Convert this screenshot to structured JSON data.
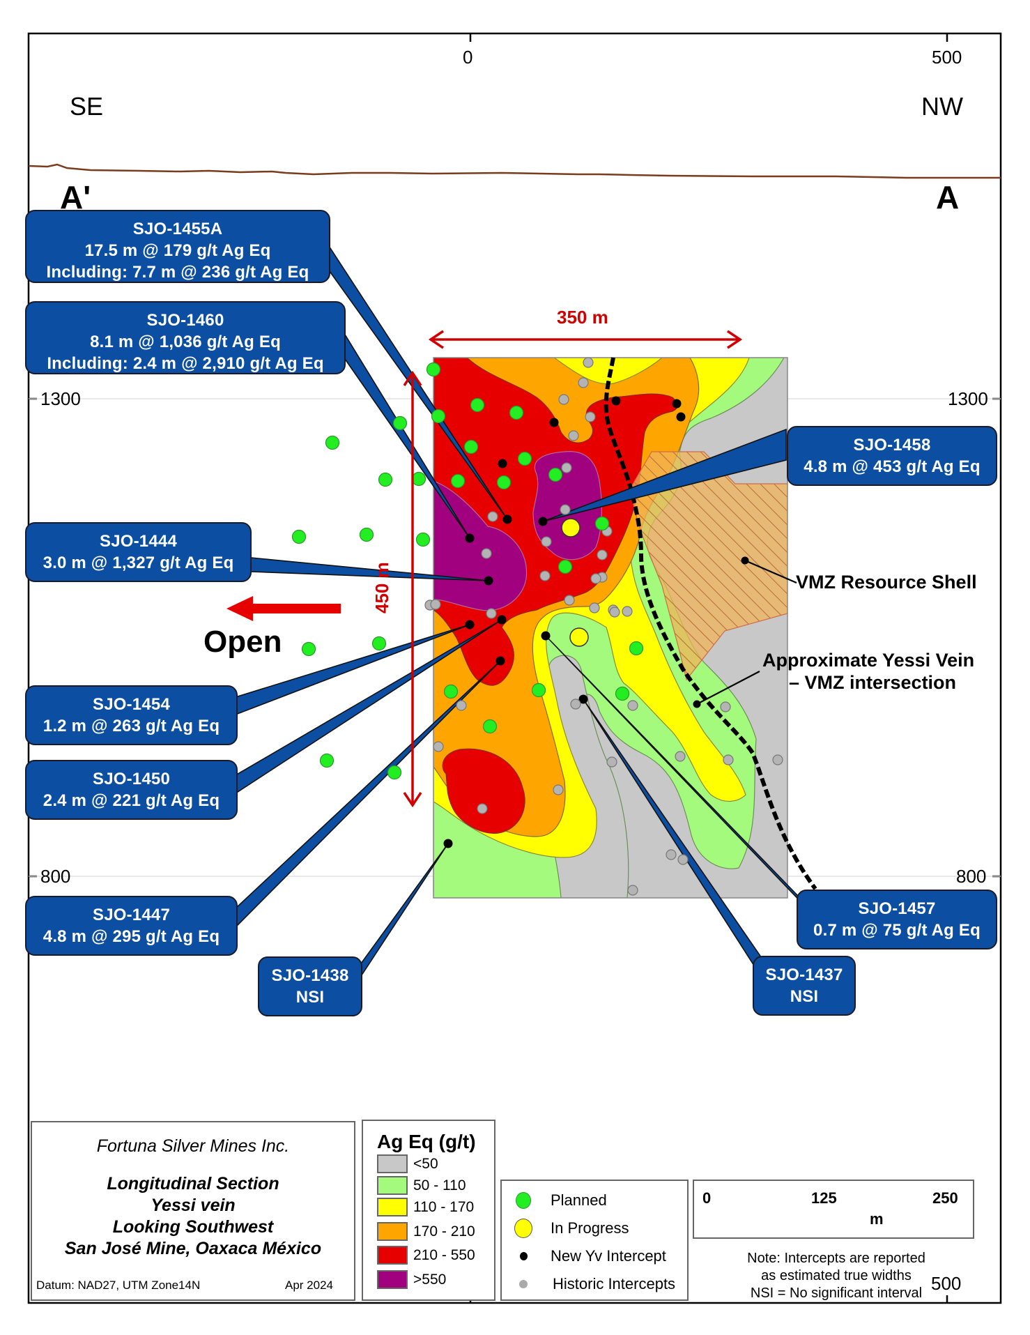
{
  "chart_data": {
    "type": "contour-section",
    "title": "Longitudinal Section Yessi vein Looking Southwest",
    "x_axis": {
      "ticks": [
        0,
        500
      ],
      "unit": "m"
    },
    "y_axis": {
      "ticks": [
        1300,
        800
      ],
      "unit": "m elevation"
    },
    "grade_classes": [
      {
        "label": "<50",
        "color": "#c8c8c8"
      },
      {
        "label": "50 - 110",
        "color": "#a4fa7c"
      },
      {
        "label": "110 - 170",
        "color": "#ffff00"
      },
      {
        "label": "170 - 210",
        "color": "#ffa500"
      },
      {
        "label": "210 - 550",
        "color": "#e60000"
      },
      {
        "label": ">550",
        "color": "#a1007e"
      }
    ],
    "dimensions": {
      "width_label": "350 m",
      "height_label": "450 m"
    }
  },
  "frame": {
    "top_ticks": [
      "0",
      "500"
    ],
    "bottom_tick": "500",
    "left_ticks": [
      "1300",
      "800"
    ],
    "right_ticks": [
      "1300",
      "800"
    ],
    "dir_left": "SE",
    "dir_right": "NW",
    "section_left": "A'",
    "section_right": "A"
  },
  "callouts": [
    {
      "id": "SJO-1455A",
      "lines": [
        "SJO-1455A",
        "17.5 m @ 179 g/t Ag Eq",
        "Including: 7.7 m @ 236 g/t Ag Eq"
      ]
    },
    {
      "id": "SJO-1460",
      "lines": [
        "SJO-1460",
        "8.1 m @ 1,036 g/t Ag Eq",
        "Including: 2.4 m @ 2,910 g/t Ag Eq"
      ]
    },
    {
      "id": "SJO-1444",
      "lines": [
        "SJO-1444",
        "3.0 m @ 1,327 g/t Ag Eq"
      ]
    },
    {
      "id": "SJO-1454",
      "lines": [
        "SJO-1454",
        "1.2 m @ 263 g/t Ag Eq"
      ]
    },
    {
      "id": "SJO-1450",
      "lines": [
        "SJO-1450",
        "2.4 m @ 221 g/t Ag Eq"
      ]
    },
    {
      "id": "SJO-1447",
      "lines": [
        "SJO-1447",
        "4.8 m @ 295 g/t Ag Eq"
      ]
    },
    {
      "id": "SJO-1438",
      "lines": [
        "SJO-1438",
        "NSI"
      ]
    },
    {
      "id": "SJO-1437",
      "lines": [
        "SJO-1437",
        "NSI"
      ]
    },
    {
      "id": "SJO-1457",
      "lines": [
        "SJO-1457",
        "0.7 m @ 75 g/t Ag Eq"
      ]
    },
    {
      "id": "SJO-1458",
      "lines": [
        "SJO-1458",
        "4.8 m @ 453 g/t Ag Eq"
      ]
    }
  ],
  "annotations": {
    "width": "350 m",
    "height": "450 m",
    "open": "Open",
    "vmz_shell": "VMZ Resource Shell",
    "yessi_line1": "Approximate Yessi Vein",
    "yessi_line2": "– VMZ intersection"
  },
  "title_block": {
    "company": "Fortuna Silver Mines Inc.",
    "lines": [
      "Longitudinal Section",
      "Yessi vein",
      "Looking Southwest",
      "San José Mine, Oaxaca México"
    ],
    "datum": "Datum: NAD27, UTM Zone14N",
    "date": "Apr 2024"
  },
  "grade_legend": {
    "title": "Ag Eq (g/t)",
    "items": [
      {
        "label": "<50",
        "color": "#c8c8c8"
      },
      {
        "label": "50 - 110",
        "color": "#a4fa7c"
      },
      {
        "label": "110 - 170",
        "color": "#ffff00"
      },
      {
        "label": "170 - 210",
        "color": "#ffa500"
      },
      {
        "label": "210 - 550",
        "color": "#e60000"
      },
      {
        "label": ">550",
        "color": "#a1007e"
      }
    ]
  },
  "symbol_legend": [
    {
      "label": "Planned",
      "color": "#22ee22",
      "kind": "large"
    },
    {
      "label": "In Progress",
      "color": "#ffff00",
      "kind": "large"
    },
    {
      "label": "New Yv Intercept",
      "color": "#000000",
      "kind": "small"
    },
    {
      "label": "Historic Intercepts",
      "color": "#aaaaaa",
      "kind": "small"
    }
  ],
  "scale_bar": {
    "labels": [
      "0",
      "125",
      "250"
    ],
    "unit": "m"
  },
  "note": [
    "Note: Intercepts are reported",
    "as estimated true widths",
    "NSI = No significant interval"
  ],
  "colors": {
    "callout_blue": "#0b4ea2",
    "dimension_red": "#d10000",
    "surface_brown": "#7a3b1e"
  }
}
